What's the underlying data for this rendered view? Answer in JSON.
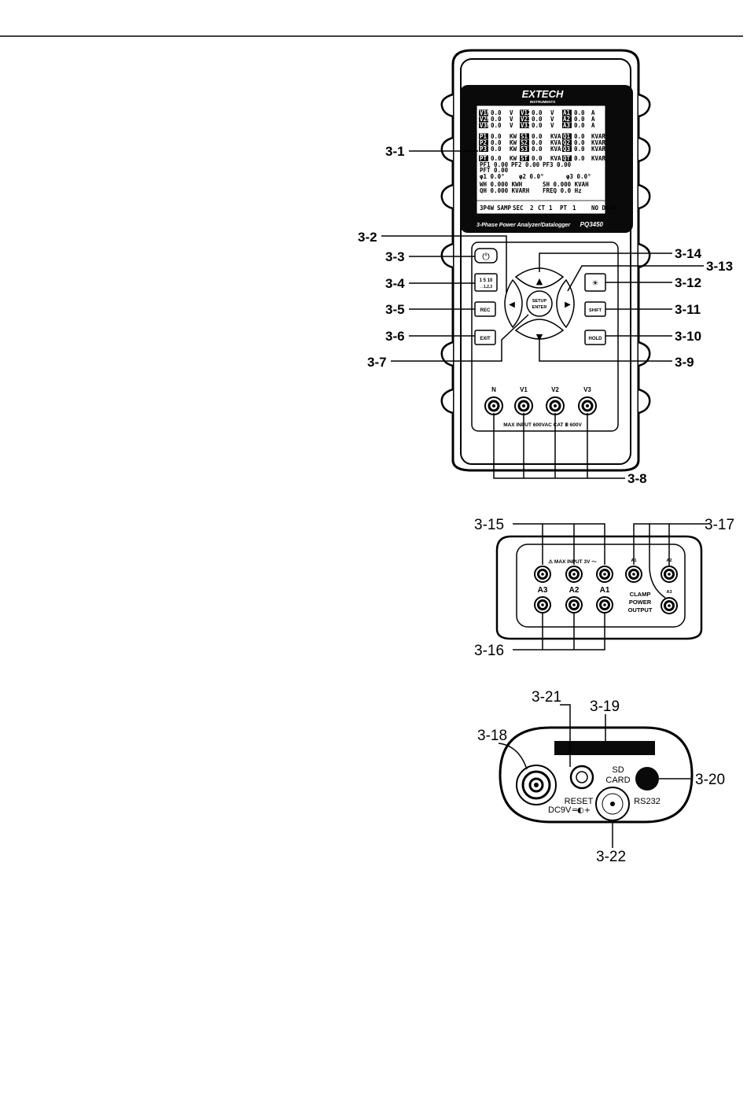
{
  "meter": {
    "brand": "EXTECH",
    "brand_sub": "INSTRUMENTS",
    "product_line": "3-Phase Power Analyzer/Datalogger",
    "model": "PQ3450",
    "lcd_rows": [
      [
        "V1N",
        "0.0",
        "V",
        "V12",
        "0.0",
        "V",
        "A1",
        "0.0",
        "A"
      ],
      [
        "V2N",
        "0.0",
        "V",
        "V23",
        "0.0",
        "V",
        "A2",
        "0.0",
        "A"
      ],
      [
        "V3N",
        "0.0",
        "V",
        "V31",
        "0.0",
        "V",
        "A3",
        "0.0",
        "A"
      ],
      [
        "P1",
        "0.0",
        "KW",
        "S1",
        "0.0",
        "KVA",
        "Q1",
        "0.0",
        "KVAR"
      ],
      [
        "P2",
        "0.0",
        "KW",
        "S2",
        "0.0",
        "KVA",
        "Q2",
        "0.0",
        "KVAR"
      ],
      [
        "P3",
        "0.0",
        "KW",
        "S3",
        "0.0",
        "KVA",
        "Q3",
        "0.0",
        "KVAR"
      ],
      [
        "PT",
        "0.0",
        "KW",
        "ST",
        "0.0",
        "KVA",
        "QT",
        "0.0",
        "KVAR"
      ]
    ],
    "lcd_pf": [
      "PF1 0.00",
      "PF2 0.00",
      "PF3 0.00",
      "PFT 0.00"
    ],
    "lcd_phase": [
      "φ1  0.0°",
      "φ2  0.0°",
      "φ3  0.0°"
    ],
    "lcd_energy": [
      "WH 0.000 KWH",
      "SH 0.000 KVAH",
      "QH 0.000 KVARH",
      "FREQ 0.0 Hz"
    ],
    "lcd_status": [
      "3P4W",
      "SAMP",
      "SEC",
      "2",
      "CT",
      "1",
      "PT",
      "1",
      "NO DATA"
    ],
    "buttons": {
      "power_symbol": "⏻",
      "range_line1": "1 5 10",
      "range_line2": "↔1,2,3",
      "rec": "REC",
      "exit": "EXIT",
      "setup": "SETUP",
      "enter": "ENTER",
      "backlight_symbol": "☀",
      "shift": "SHIFT",
      "hold": "HOLD",
      "up": "▲",
      "down": "▼",
      "left": "◀",
      "right": "▶"
    },
    "voltage_jacks": [
      "N",
      "V1",
      "V2",
      "V3"
    ],
    "max_input_label": "MAX INPUT 600VAC CAT Ⅲ 600V"
  },
  "top_panel": {
    "max_input_label": "⚠ MAX INPUT 3V ～",
    "current_jacks": [
      "A3",
      "A2",
      "A1"
    ],
    "clamp_jacks": [
      "A1",
      "A2",
      "A3"
    ],
    "clamp_label": [
      "CLAMP",
      "POWER",
      "OUTPUT"
    ]
  },
  "bottom_panel": {
    "sd_label": [
      "SD",
      "CARD"
    ],
    "reset_label": "RESET",
    "rs232_label": "RS232",
    "dc_label": "DC9V",
    "dc_symbol": "═◐+"
  },
  "callouts": {
    "c3_1": "3-1",
    "c3_2": "3-2",
    "c3_3": "3-3",
    "c3_4": "3-4",
    "c3_5": "3-5",
    "c3_6": "3-6",
    "c3_7": "3-7",
    "c3_8": "3-8",
    "c3_9": "3-9",
    "c3_10": "3-10",
    "c3_11": "3-11",
    "c3_12": "3-12",
    "c3_13": "3-13",
    "c3_14": "3-14",
    "c3_15": "3-15",
    "c3_16": "3-16",
    "c3_17": "3-17",
    "c3_18": "3-18",
    "c3_19": "3-19",
    "c3_20": "3-20",
    "c3_21": "3-21",
    "c3_22": "3-22"
  },
  "colors": {
    "ink": "#000000",
    "lcd_bg": "#ffffff",
    "screen_bezel": "#0a0a0a",
    "body_fill": "#ffffff"
  }
}
